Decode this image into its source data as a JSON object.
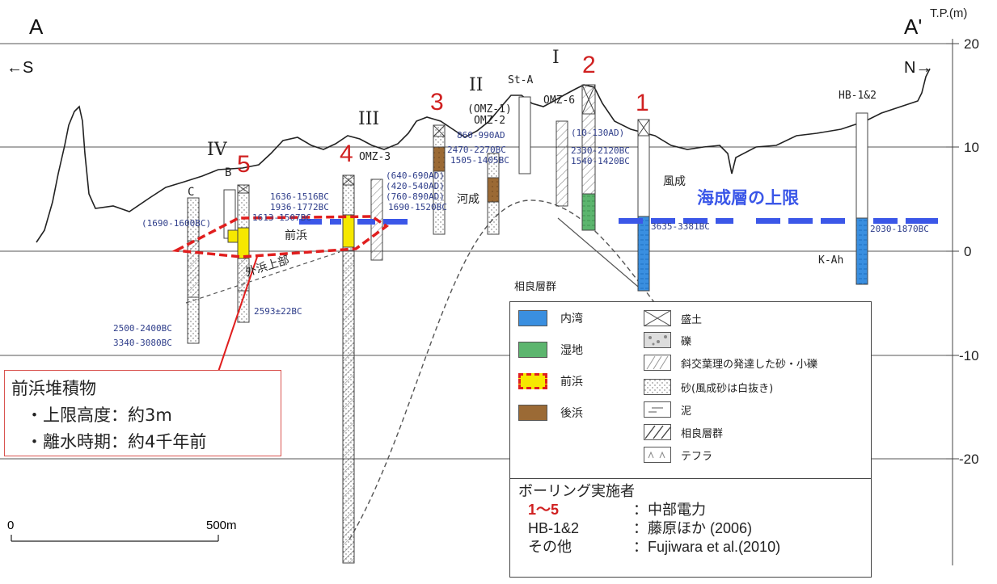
{
  "section": {
    "left_end": "A",
    "right_end": "A'",
    "left_dir": "←S",
    "right_dir": "N→",
    "elevation_unit": "T.P.(m)",
    "elevation_ticks": [
      "20",
      "10",
      "0",
      "-10",
      "-20"
    ],
    "scale_bar": {
      "start": "0",
      "end": "500m"
    },
    "stage_labels": [
      "I",
      "II",
      "III",
      "IV"
    ],
    "boring_numbers": [
      "1",
      "2",
      "3",
      "4",
      "5"
    ],
    "boring_names": [
      "C",
      "B",
      "OMZ-3",
      "(OMZ-1)",
      "OMZ-2",
      "St-A",
      "OMZ-6",
      "HB-1&2",
      "K-Ah"
    ],
    "facies_labels": [
      "風成",
      "河成",
      "前浜",
      "外浜上部",
      "相良層群"
    ],
    "marine_limit_label": "海成層の上限",
    "dates": [
      "(1690-1600BC)",
      "1613-1507BC",
      "1636-1516BC",
      "1936-1772BC",
      "2500-2400BC",
      "3340-3080BC",
      "2593±22BC",
      "(640-690AD)",
      "(420-540AD)",
      "(760-890AD)",
      "1690-1520BC",
      "860-990AD",
      "2470-2270BC",
      "1505-1405BC",
      "(10-130AD)",
      "2330-2120BC",
      "1540-1420BC",
      "3635-3381BC",
      "2030-1870BC"
    ]
  },
  "annotation": {
    "title": "前浜堆積物",
    "lines": [
      "・上限高度：約3m",
      "・離水時期：約4千年前"
    ]
  },
  "legend": {
    "facies": [
      {
        "label": "内湾",
        "color": "#3a8fe0"
      },
      {
        "label": "湿地",
        "color": "#5cb56e"
      },
      {
        "label": "前浜",
        "color": "#f6e800"
      },
      {
        "label": "後浜",
        "color": "#9b6a35"
      }
    ],
    "lithology": [
      "盛土",
      "礫",
      "斜交葉理の発達した砂・小礫",
      "砂(風成砂は白抜き)",
      "泥",
      "相良層群",
      "テフラ"
    ],
    "boring_title": "ボーリング実施者",
    "boring_rows": [
      {
        "who": "1～5",
        "by": "：中部電力"
      },
      {
        "who": "HB-1&2",
        "by": "：藤原ほか (2006)"
      },
      {
        "who": "その他",
        "by": "：Fujiwara et al.(2010)"
      }
    ]
  },
  "colors": {
    "marine_limit": "#3b57e8",
    "highlight": "#e01e1e",
    "boring_numbers": "#d02020"
  }
}
